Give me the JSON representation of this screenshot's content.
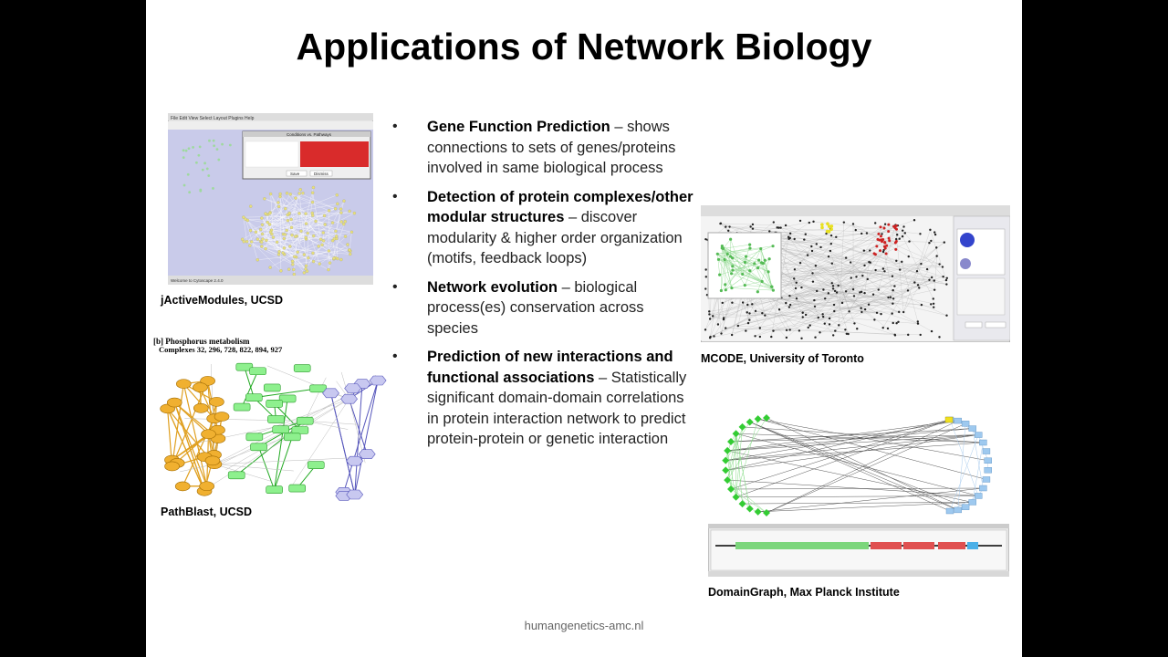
{
  "slide": {
    "title": "Applications of Network Biology",
    "footer": "humangenetics-amc.nl"
  },
  "captions": {
    "jactive": "jActiveModules, UCSD",
    "pathblast": "PathBlast, UCSD",
    "mcode": "MCODE, University of Toronto",
    "domaingraph": "DomainGraph, Max Planck Institute"
  },
  "bullets": [
    {
      "bold": "Gene Function Prediction",
      "rest": " – shows connections to sets of genes/proteins involved in same biological process"
    },
    {
      "bold": "Detection of protein complexes/other modular structures",
      "rest": " – discover modularity & higher order organization (motifs, feedback loops)"
    },
    {
      "bold": "Network evolution",
      "rest": " –  biological process(es) conservation across species"
    },
    {
      "bold": "Prediction of new interactions and functional associations",
      "rest": " – Statistically significant domain-domain correlations in protein interaction network to predict protein-protein or genetic interaction"
    }
  ],
  "pathblast": {
    "heading": "[b] Phosphorus metabolism",
    "subheading": "Complexes 32, 296, 728, 822, 894, 927"
  },
  "jactive_window": {
    "menu": "File Edit View Select Layout Plugins Help",
    "dialog_title": "Conditions vs. Pathways",
    "save": "Save",
    "dismiss": "Dismiss",
    "status": "Welcome to Cytoscape 2.4.0"
  }
}
